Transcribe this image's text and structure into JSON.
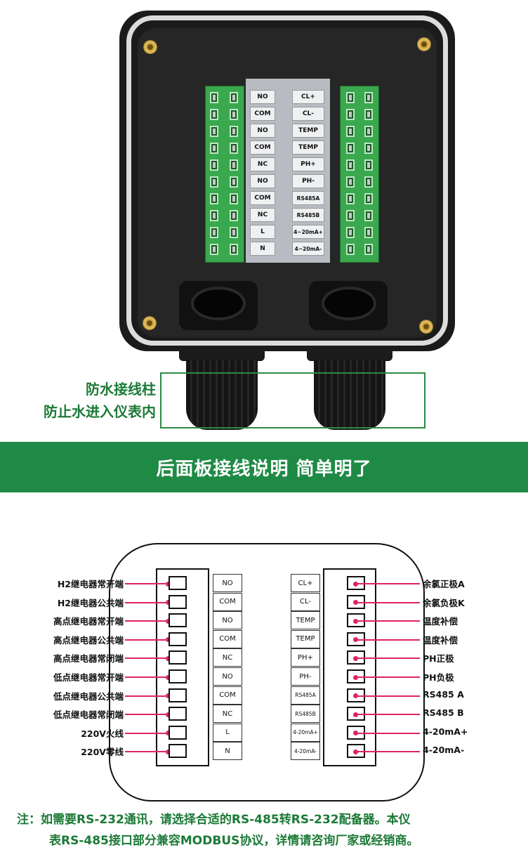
{
  "photo": {
    "strip_left": [
      "NO",
      "COM",
      "NO",
      "COM",
      "NC",
      "NO",
      "COM",
      "NC",
      "L",
      "N"
    ],
    "strip_right": [
      "CL+",
      "CL-",
      "TEMP",
      "TEMP",
      "PH+",
      "PH-",
      "RS485A",
      "RS485B",
      "4~20mA+",
      "4~20mA-"
    ],
    "callout_line1": "防水接线柱",
    "callout_line2": "防止水进入仪表内"
  },
  "banner": {
    "title": "后面板接线说明  简单明了"
  },
  "diagram": {
    "left_pins": [
      {
        "desc": "H2继电器常开端",
        "label": "NO"
      },
      {
        "desc": "H2继电器公共端",
        "label": "COM"
      },
      {
        "desc": "高点继电器常开端",
        "label": "NO"
      },
      {
        "desc": "高点继电器公共端",
        "label": "COM"
      },
      {
        "desc": "高点继电器常闭端",
        "label": "NC"
      },
      {
        "desc": "低点继电器常开端",
        "label": "NO"
      },
      {
        "desc": "低点继电器公共端",
        "label": "COM"
      },
      {
        "desc": "低点继电器常闭端",
        "label": "NC"
      },
      {
        "desc": "220V火线",
        "label": "L"
      },
      {
        "desc": "220V零线",
        "label": "N"
      }
    ],
    "right_pins": [
      {
        "desc": "余氯正极A",
        "label": "CL+"
      },
      {
        "desc": "余氯负极K",
        "label": "CL-"
      },
      {
        "desc": "温度补偿",
        "label": "TEMP"
      },
      {
        "desc": "温度补偿",
        "label": "TEMP"
      },
      {
        "desc": "PH正极",
        "label": "PH+"
      },
      {
        "desc": "PH负极",
        "label": "PH-"
      },
      {
        "desc": "RS485   A",
        "label": "RS485A"
      },
      {
        "desc": "RS485   B",
        "label": "RS485B"
      },
      {
        "desc": "4-20mA+",
        "label": "4-20mA+"
      },
      {
        "desc": "4-20mA-",
        "label": "4-20mA-"
      }
    ],
    "wire_color": "#e0245e"
  },
  "note": {
    "line1": "注：如需要RS-232通讯，请选择合适的RS-485转RS-232配备器。本仪",
    "line2": "表RS-485接口部分兼容MODBUS协议，详情请咨询厂家或经销商。"
  },
  "colors": {
    "brand_green": "#1f8a45",
    "terminal_green": "#3aa84e"
  }
}
